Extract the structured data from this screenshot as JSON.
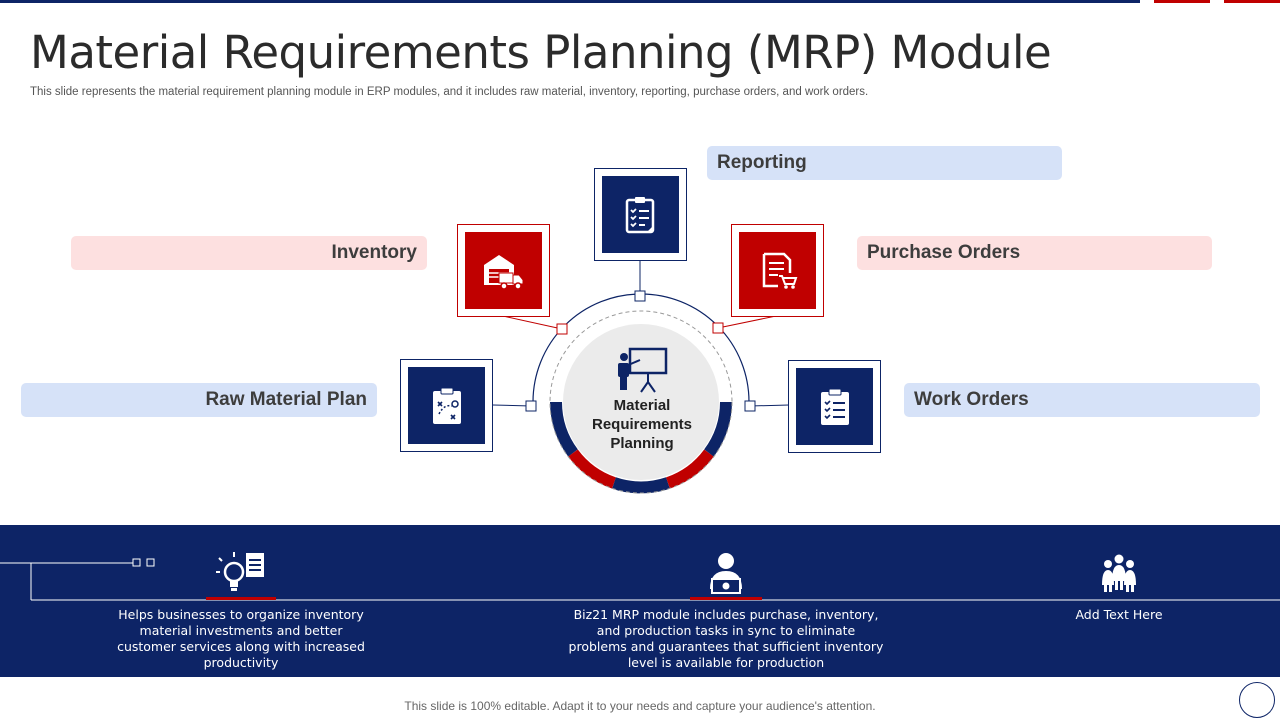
{
  "header": {
    "title": "Material Requirements Planning (MRP) Module",
    "subtitle": "This slide represents the material requirement planning module in ERP modules, and it includes raw material, inventory, reporting, purchase orders, and work orders."
  },
  "diagram": {
    "center_label": "Material Requirements Planning",
    "items": {
      "reporting": "Reporting",
      "inventory": "Inventory",
      "purchase_orders": "Purchase Orders",
      "raw_material_plan": "Raw Material Plan",
      "work_orders": "Work Orders"
    },
    "icons": {
      "reporting": "clipboard-checklist-icon",
      "inventory": "warehouse-truck-icon",
      "purchase_orders": "document-cart-icon",
      "raw_material_plan": "clipboard-plan-icon",
      "work_orders": "clipboard-list-icon",
      "center": "presentation-board-icon"
    }
  },
  "band": {
    "col1_text": "Helps businesses to organize inventory material investments and better customer services along with increased productivity",
    "col2_text": "Biz21 MRP module includes purchase, inventory, and production tasks in sync to eliminate problems and guarantees that sufficient inventory level is available for production",
    "col3_text": "Add Text Here",
    "icons": [
      "idea-document-icon",
      "person-money-icon",
      "team-icon"
    ]
  },
  "footer": {
    "text": "This slide is 100% editable. Adapt it to your needs and capture your audience's attention."
  },
  "colors": {
    "navy": "#0d2466",
    "red": "#c00000",
    "pink_label": "#fde0e0",
    "blue_label": "#d6e2f8"
  }
}
